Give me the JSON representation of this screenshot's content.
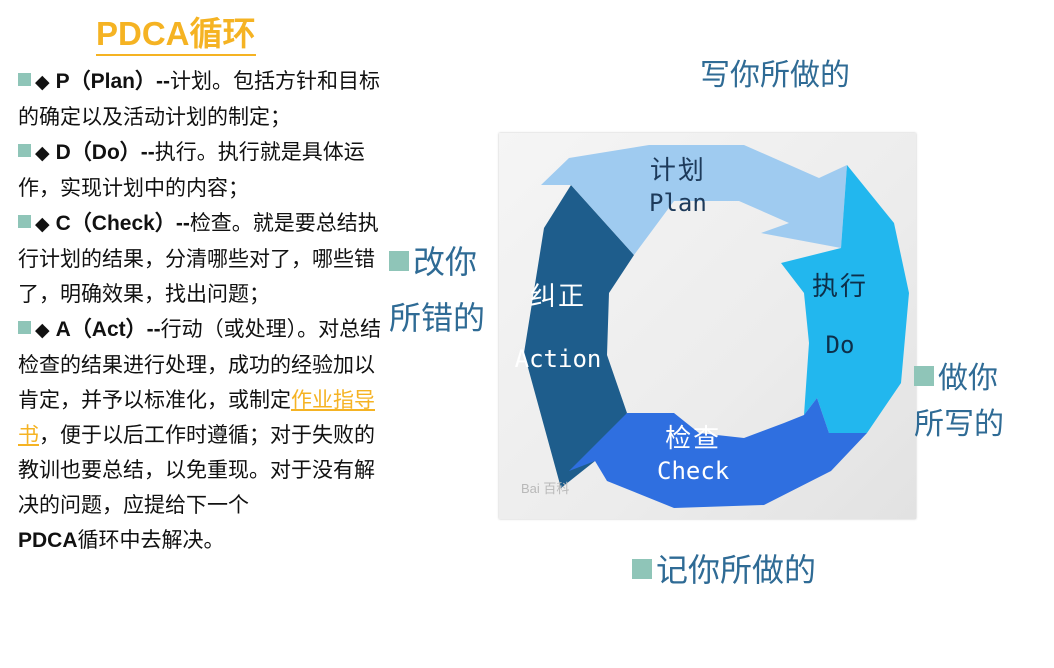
{
  "title": "PDCA循环",
  "items": [
    {
      "head": "P（Plan）--",
      "text": "计划。包括方针和目标的确定以及活动计划的制定；"
    },
    {
      "head": "D（Do）--",
      "text": "执行。执行就是具体运作，实现计划中的内容；"
    },
    {
      "head": "C（Check）--",
      "text": "检查。就是要总结执行计划的结果，分清哪些对了，哪些错了，明确效果，找出问题；"
    },
    {
      "head": "A（Act）--",
      "text_before": "行动（或处理）。对总结检查的结果进行处理，成功的经验加以肯定，并予以标准化，或制定",
      "link": "作业指导书",
      "text_after": "，便于以后工作时遵循；对于失败的教训也要总结，以免重现。对于没有解决的问题，应提给下一个",
      "tail_bold": "PDCA",
      "tail": "循环中去解决。"
    }
  ],
  "bullet": "◆",
  "cycle": {
    "plan_cn": "计划",
    "plan_en": "Plan",
    "do_cn": "执行",
    "do_en": "Do",
    "check_cn": "检查",
    "check_en": "Check",
    "action_cn": "纠正",
    "action_en": "Action",
    "watermark": "Bai 百科",
    "colors": {
      "plan": "#9fcbf0",
      "do": "#22b7ee",
      "check": "#2f6fe0",
      "action": "#1e5d8c"
    }
  },
  "notes": {
    "top": "写你所做的",
    "left_1": "改你",
    "left_2": "所错的",
    "right_1": "做你",
    "right_2": "所写的",
    "bottom": "记你所做的"
  },
  "colors": {
    "title": "#f5b323",
    "note": "#2f6b95",
    "square": "#8fc5b8"
  }
}
